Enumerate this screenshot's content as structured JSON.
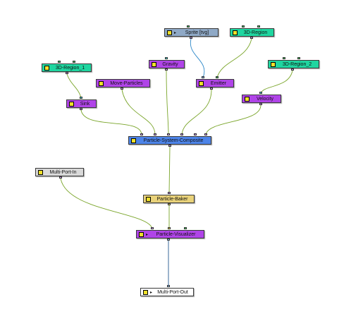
{
  "colors": {
    "wire": "#7aa52a",
    "wire_blue": "#2a86c8",
    "wire_dark": "#23578f"
  },
  "nodes": {
    "sprite": {
      "label": "Sprite [tvg]",
      "icon": "play-icon"
    },
    "region3d_top": {
      "label": "3D-Region"
    },
    "region3d_1": {
      "label": "3D-Region_1"
    },
    "gravity": {
      "label": "Gravity"
    },
    "region3d_2": {
      "label": "3D-Region_2"
    },
    "move_particles": {
      "label": "Move-Particles"
    },
    "emitter": {
      "label": "Emitter"
    },
    "velocity": {
      "label": "Velocity"
    },
    "sink": {
      "label": "Sink"
    },
    "composite": {
      "label": "Particle-System-Composite"
    },
    "multiport_in": {
      "label": "Multi-Port-In"
    },
    "baker": {
      "label": "Particle-Baker"
    },
    "visualizer": {
      "label": "Particle-Visualizer",
      "icon": "play-icon"
    },
    "multiport_out": {
      "label": "Multi-Port-Out",
      "icon": "play-icon"
    }
  }
}
